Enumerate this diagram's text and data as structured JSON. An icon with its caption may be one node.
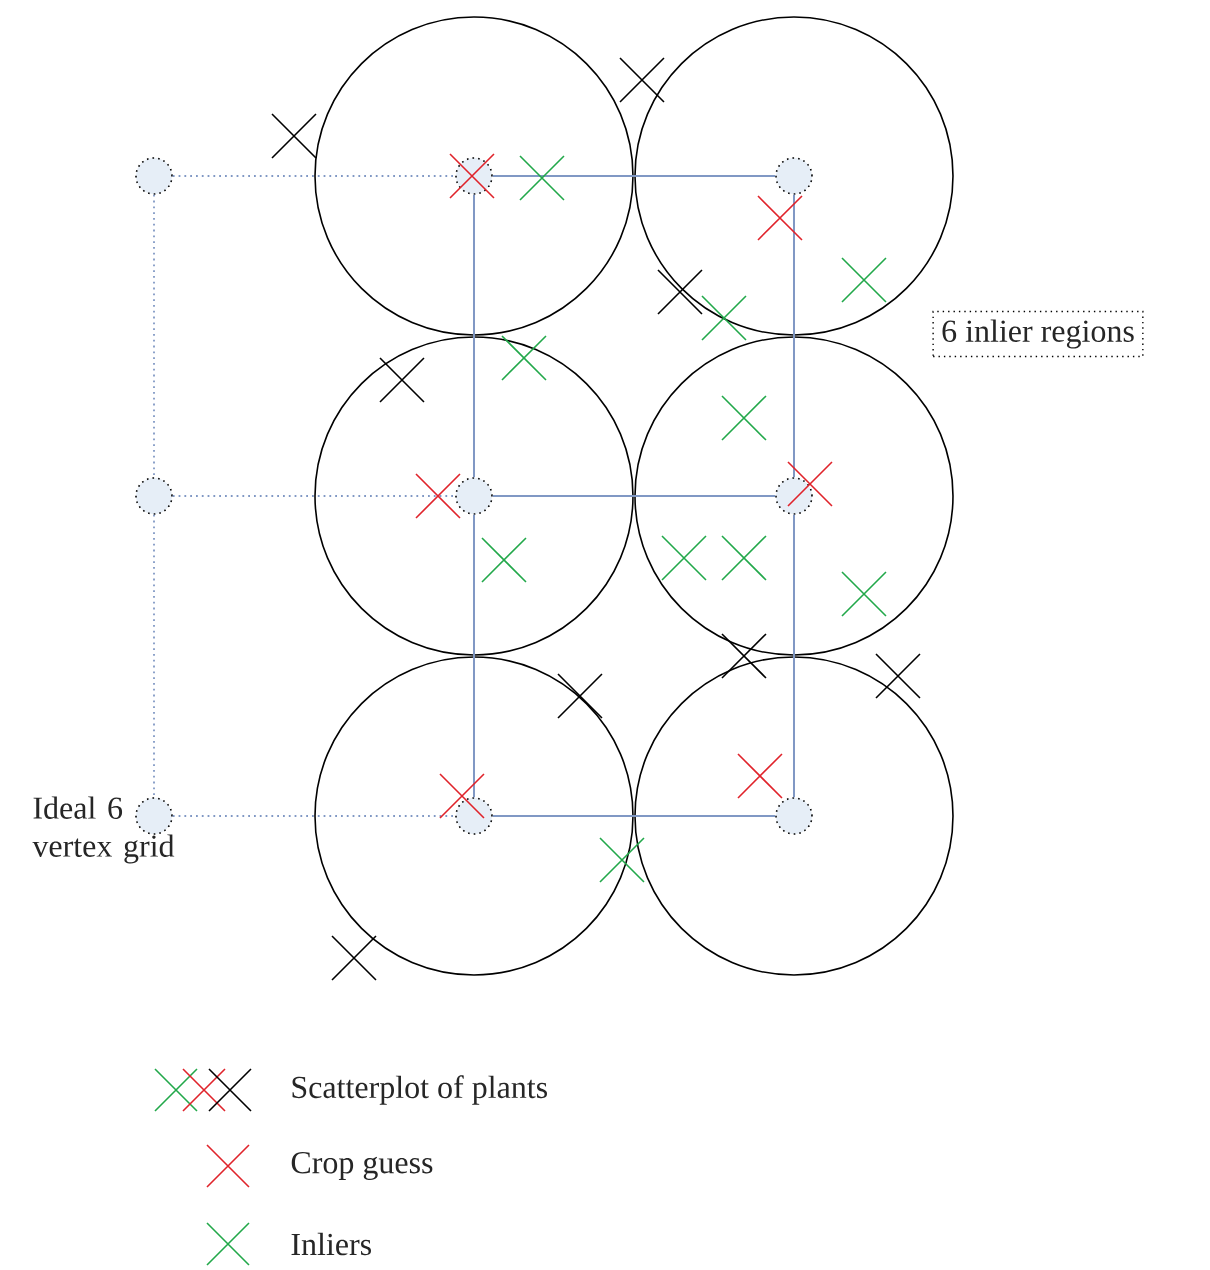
{
  "diagram": {
    "nodes": [
      {
        "text": [],
        "shape": "circle"
      },
      {
        "text": [],
        "shape": "circle",
        "in": 0
      },
      {
        "text": [],
        "shape": "circle"
      },
      {
        "text": [],
        "shape": "circle",
        "in": 2
      },
      {
        "text": [],
        "shape": "circle"
      },
      {
        "text": [],
        "shape": "circle",
        "in": 4
      },
      {
        "text": [],
        "shape": "circle"
      },
      {
        "text": [],
        "shape": "circle",
        "in": 6
      },
      {
        "text": [],
        "shape": "circle"
      },
      {
        "text": [],
        "shape": "circle",
        "in": 8
      },
      {
        "text": [],
        "shape": "circle"
      },
      {
        "text": [],
        "shape": "circle",
        "in": 10
      },
      {
        "text": [],
        "shape": "circle"
      },
      {
        "text": [],
        "shape": "circle"
      },
      {
        "text": [],
        "shape": "circle",
        "beside": [
          "Ideal 6 vertex grid"
        ]
      },
      {
        "text": [
          "6 inlier regions"
        ]
      }
    ],
    "edges": [
      {
        "from": 1,
        "to": 3,
        "arrow": "none"
      },
      {
        "from": 1,
        "to": 5,
        "arrow": "none"
      },
      {
        "from": 3,
        "to": 7,
        "arrow": "none"
      },
      {
        "from": 5,
        "to": 7,
        "arrow": "none"
      },
      {
        "from": 5,
        "to": 9,
        "arrow": "none"
      },
      {
        "from": 7,
        "to": 11,
        "arrow": "none"
      },
      {
        "from": 9,
        "to": 11,
        "arrow": "none"
      },
      {
        "from": 12,
        "to": 1,
        "arrow": "none",
        "style": "dashed"
      },
      {
        "from": 13,
        "to": 5,
        "arrow": "none",
        "style": "dashed"
      },
      {
        "from": 14,
        "to": 9,
        "arrow": "none",
        "style": "dashed"
      },
      {
        "from": 12,
        "to": 13,
        "arrow": "none",
        "style": "dashed"
      },
      {
        "from": 13,
        "to": 14,
        "arrow": "none",
        "style": "dashed"
      }
    ],
    "legend": [
      {
        "text": "Scatterplot of plants"
      },
      {
        "text": "Crop guess"
      },
      {
        "text": "Inliers"
      }
    ]
  }
}
